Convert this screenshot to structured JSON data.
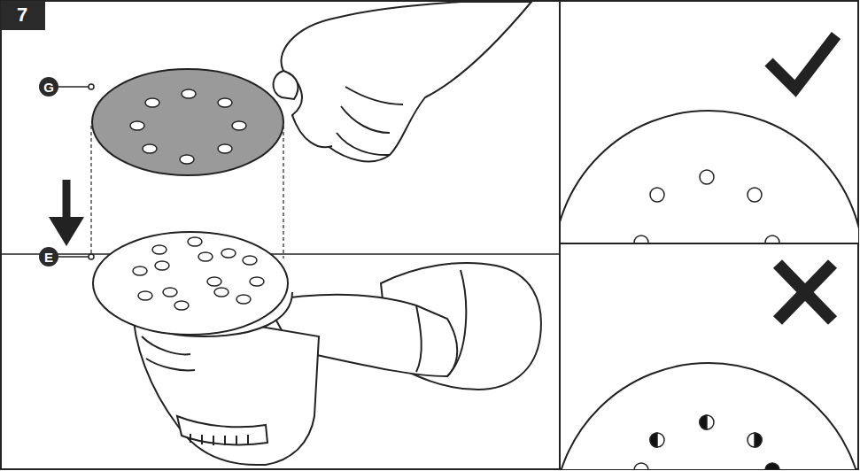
{
  "diagram": {
    "labels": [
      "7",
      "G",
      "E"
    ]
  }
}
